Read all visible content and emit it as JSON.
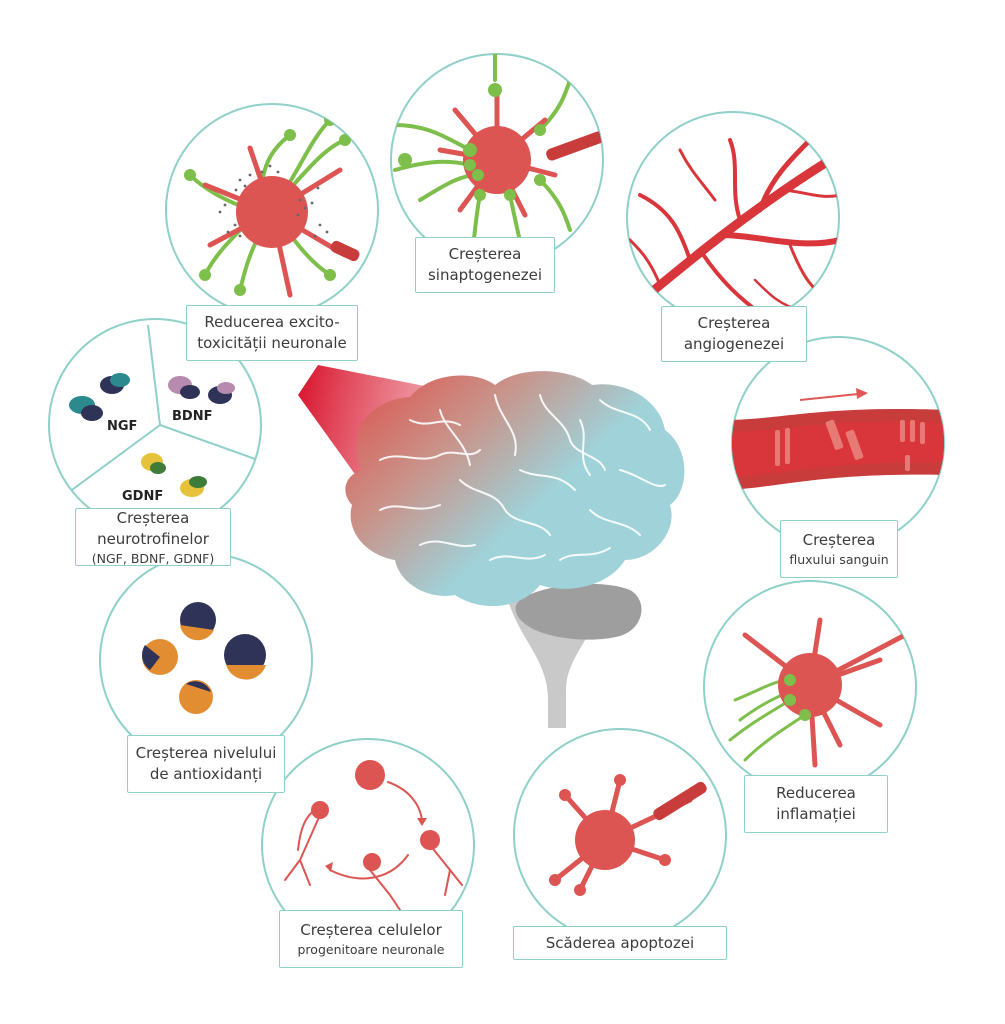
{
  "colors": {
    "outline": "#8fd0c8",
    "neuron": "#dd5553",
    "neuron_dark": "#c93c3c",
    "dendrite_green": "#7dbf4a",
    "brain": "#9fd3d9",
    "vessel": "#d8363a",
    "cerebellum": "#9e9e9e",
    "brainstem": "#c9c9c9",
    "protein_navy": "#2f3357",
    "protein_orange": "#e38d33",
    "protein_teal": "#2c8a8f",
    "protein_pink": "#b78ab0",
    "protein_yellow": "#e6c23b",
    "protein_green": "#3e7c3a"
  },
  "panels": {
    "excitotoxicity": {
      "line1": "Reducerea excito-",
      "line2": "toxicității neuronale",
      "icon": "neuron-with-glutamate-icon"
    },
    "synaptogenesis": {
      "line1": "Creșterea",
      "line2": "sinaptogenezei",
      "icon": "neuron-synapses-icon"
    },
    "angiogenesis": {
      "line1": "Creșterea",
      "line2": "angiogenezei",
      "icon": "blood-vessels-icon"
    },
    "neurotrophins": {
      "line1": "Creșterea",
      "line2": "neurotrofinelor",
      "line3": "(NGF, BDNF, GDNF)",
      "icon": "neurotrophin-molecules-icon",
      "molecules": [
        "NGF",
        "BDNF",
        "GDNF"
      ]
    },
    "blood_flow": {
      "line1": "Creșterea",
      "line2": "fluxului sanguin",
      "icon": "blood-flow-icon"
    },
    "antioxidants": {
      "line1": "Creșterea nivelului",
      "line2": "de antioxidanți",
      "icon": "antioxidant-molecules-icon"
    },
    "inflammation": {
      "line1": "Reducerea",
      "line2": "inflamației",
      "icon": "inflamed-neuron-icon"
    },
    "progenitors": {
      "line1": "Creșterea celulelor",
      "line2": "progenitoare neuronale",
      "icon": "progenitor-cells-cycle-icon"
    },
    "apoptosis": {
      "line1": "Scăderea apoptozei",
      "icon": "neuron-apoptosis-icon"
    }
  }
}
